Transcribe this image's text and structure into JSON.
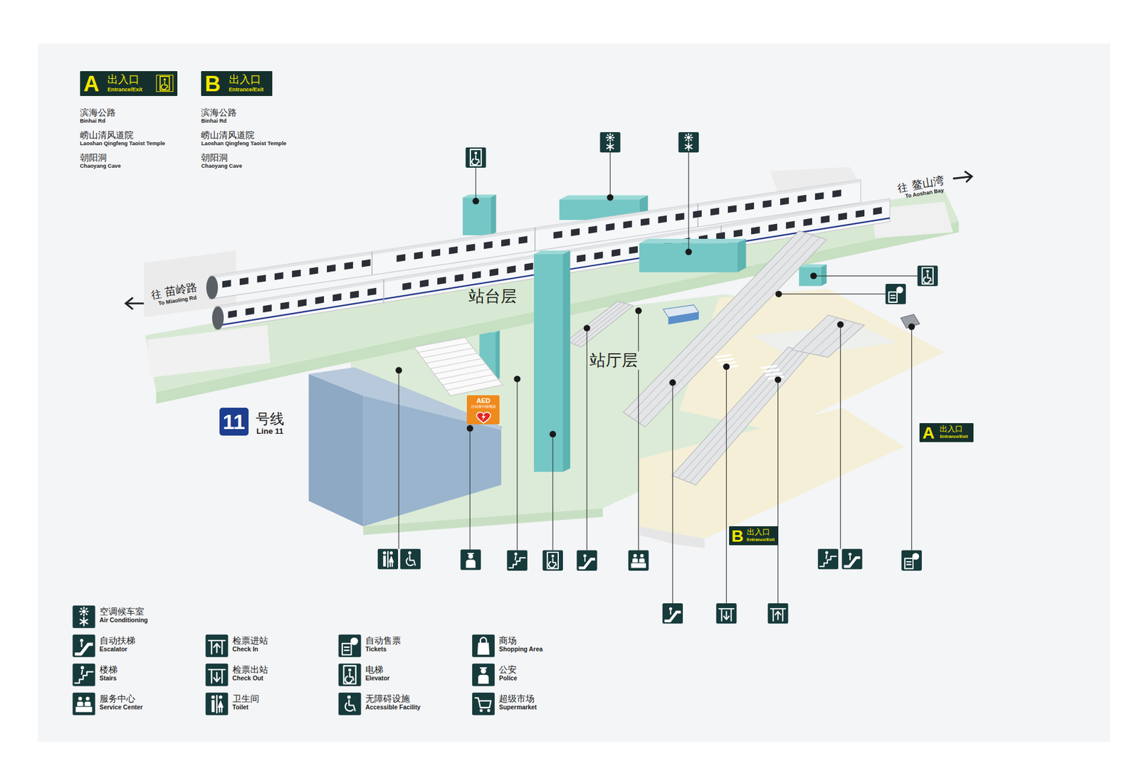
{
  "diagram": {
    "nodes": [
      {
        "text": [
          "A",
          "出入口",
          "Entrance/Exit"
        ]
      },
      {
        "text": [
          "B",
          "出入口",
          "Entrance/Exit"
        ]
      },
      {
        "text": [
          "AED",
          "自动体外除颤器"
        ]
      },
      {
        "text": [
          "11",
          "号线",
          "Line 11"
        ]
      },
      {
        "text": [
          "A",
          "出入口",
          "Entrance/Exit"
        ]
      },
      {
        "text": [
          "B",
          "出入口",
          "Entrance/Exit"
        ]
      }
    ],
    "labels": [
      "滨海公路",
      "Binhai Rd",
      "崂山清风道院",
      "Laoshan Qingfeng Taoist Temple",
      "朝阳洞",
      "Chaoyang Cave",
      "滨海公路",
      "Binhai Rd",
      "崂山清风道院",
      "Laoshan Qingfeng Taoist Temple",
      "朝阳洞",
      "Chaoyang Cave",
      "往",
      "苗岭路",
      "To Miaoling Rd",
      "往",
      "鳌山湾",
      "To Aoshan Bay",
      "站台层",
      "站厅层",
      "Air Conditioning",
      "Escalator",
      "Check In",
      "Tickets",
      "Shopping Area",
      "Stairs",
      "Check Out",
      "Elevator",
      "Police",
      "Service Center",
      "Toilet",
      "Accessible Facility",
      "Supermarket"
    ],
    "legend": [
      {
        "text": "空调候车室"
      },
      {
        "text": "自动扶梯"
      },
      {
        "text": "检票进站"
      },
      {
        "text": "自动售票"
      },
      {
        "text": "商场"
      },
      {
        "text": "楼梯"
      },
      {
        "text": "检票出站"
      },
      {
        "text": "电梯"
      },
      {
        "text": "公安"
      },
      {
        "text": "服务中心"
      },
      {
        "text": "卫生间"
      },
      {
        "text": "无障碍设施"
      },
      {
        "text": "超级市场"
      }
    ]
  }
}
